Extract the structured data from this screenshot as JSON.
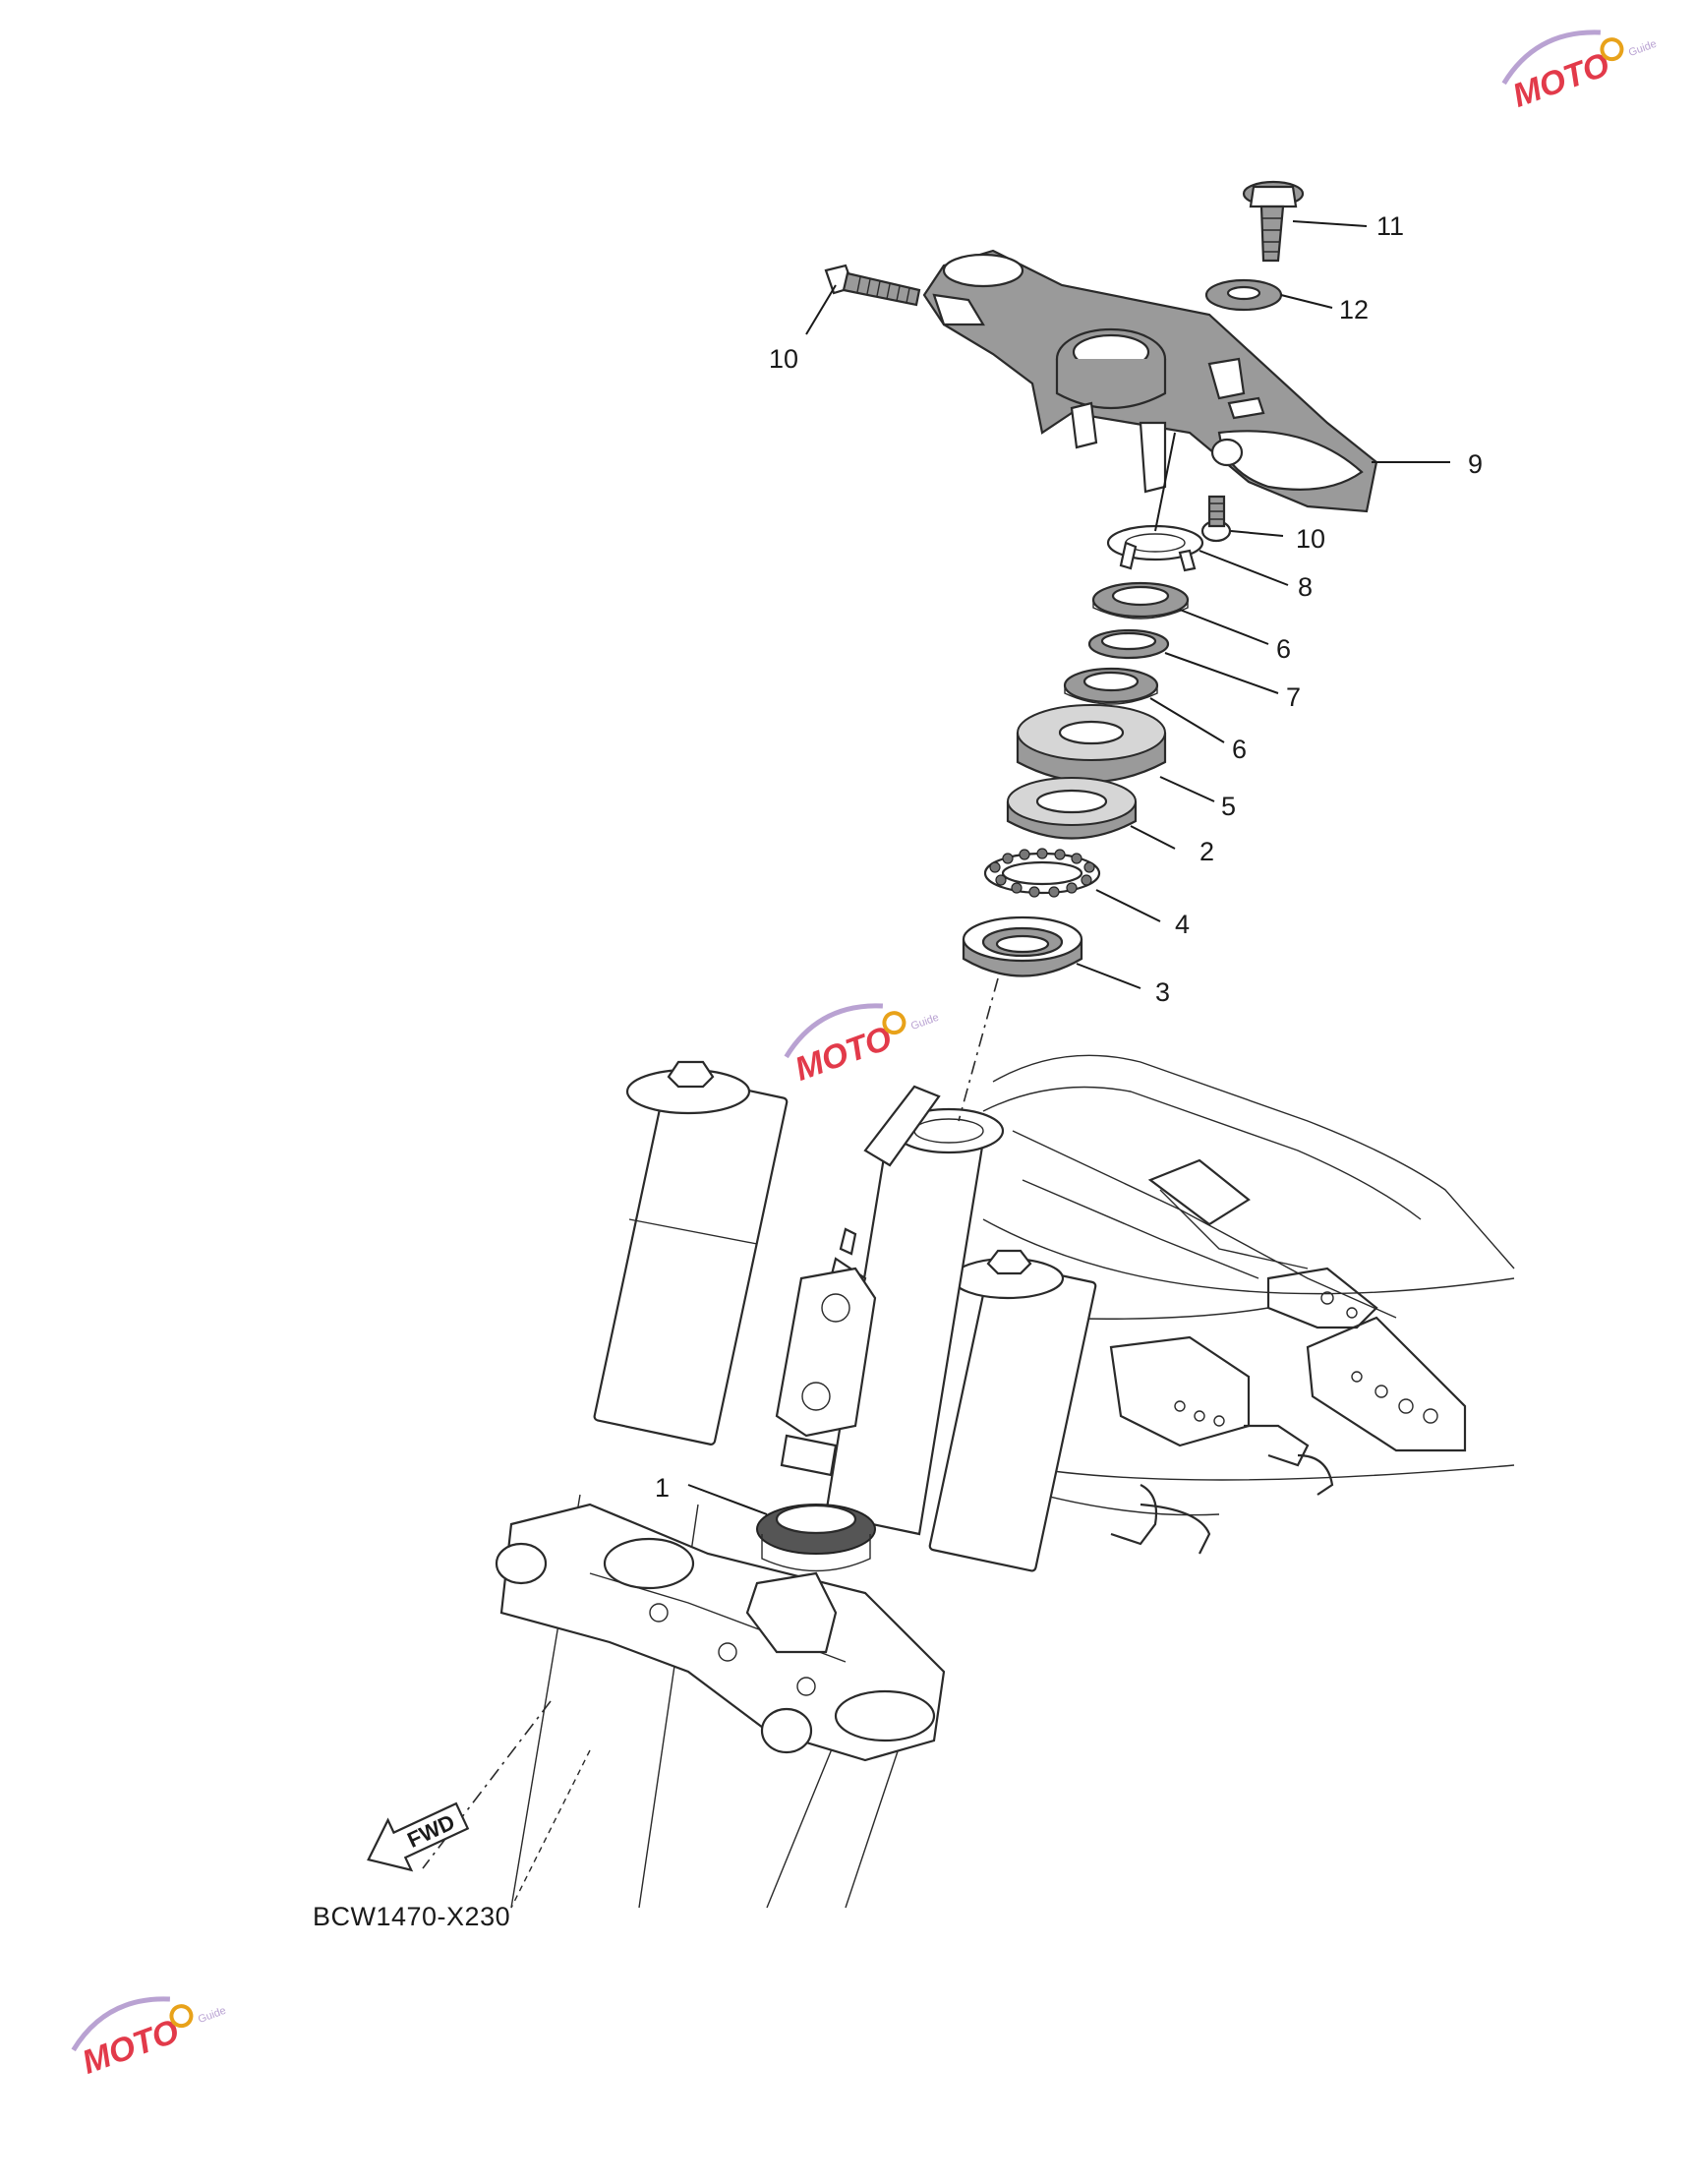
{
  "diagram_code": "BCW1470-X230",
  "fwd_label": "FWD",
  "watermark": {
    "brand": "MOTO",
    "sub": "Guide",
    "colors": {
      "text": "#e23a4a",
      "swoosh": "#b9a2d2"
    }
  },
  "callouts": [
    {
      "id": "c11",
      "label": "11"
    },
    {
      "id": "c12",
      "label": "12"
    },
    {
      "id": "c10a",
      "label": "10"
    },
    {
      "id": "c9",
      "label": "9"
    },
    {
      "id": "c10b",
      "label": "10"
    },
    {
      "id": "c8",
      "label": "8"
    },
    {
      "id": "c6a",
      "label": "6"
    },
    {
      "id": "c7",
      "label": "7"
    },
    {
      "id": "c6b",
      "label": "6"
    },
    {
      "id": "c5",
      "label": "5"
    },
    {
      "id": "c2",
      "label": "2"
    },
    {
      "id": "c4",
      "label": "4"
    },
    {
      "id": "c3",
      "label": "3"
    },
    {
      "id": "c1",
      "label": "1"
    }
  ]
}
